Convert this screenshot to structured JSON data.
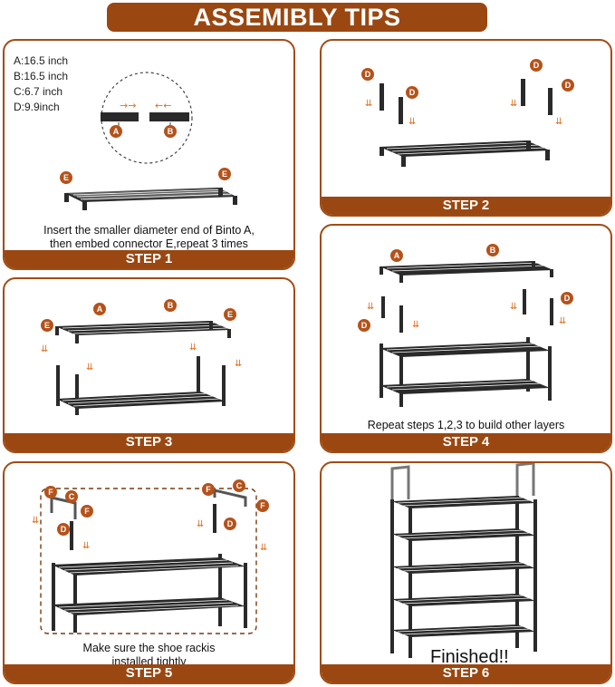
{
  "title": "ASSEMIBLY TIPS",
  "colors": {
    "brand": "#9a4711",
    "badge": "#b5521a",
    "arrow": "#e07020",
    "rack": "#2a2a2a"
  },
  "step1": {
    "label": "STEP 1",
    "dims": [
      "A:16.5 inch",
      "B:16.5 inch",
      "C:6.7 inch",
      "D:9.9inch"
    ],
    "caption_line1": "Insert the smaller diameter end of Binto A,",
    "caption_line2": "then embed connector E,repeat 3 times",
    "badges": {
      "a": "A",
      "b": "B",
      "e": "E"
    }
  },
  "step2": {
    "label": "STEP 2",
    "badges": {
      "d": "D"
    }
  },
  "step3": {
    "label": "STEP 3",
    "badges": {
      "a": "A",
      "b": "B",
      "e": "E"
    }
  },
  "step4": {
    "label": "STEP 4",
    "caption": "Repeat steps 1,2,3 to build other layers",
    "badges": {
      "a": "A",
      "b": "B",
      "d": "D"
    }
  },
  "step5": {
    "label": "STEP 5",
    "caption_line1": "Make sure the shoe rackis",
    "caption_line2": "installed tightly",
    "badges": {
      "c": "C",
      "d": "D",
      "f": "F"
    }
  },
  "step6": {
    "label": "STEP 6",
    "caption": "Finished!!"
  }
}
